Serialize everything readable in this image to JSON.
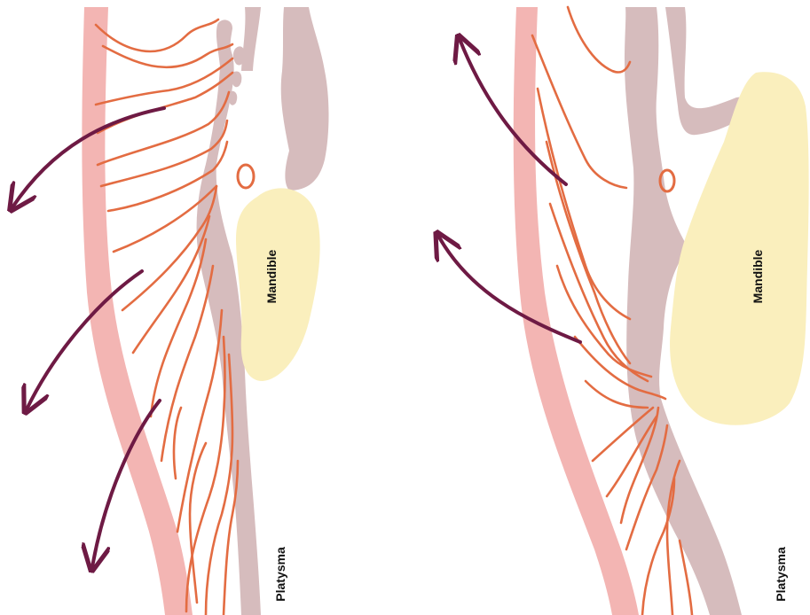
{
  "labels": {
    "left_mandible": "Mandible",
    "left_platysma": "Platysma",
    "right_mandible": "Mandible",
    "right_platysma": "Platysma"
  },
  "colors": {
    "skin_band": "#f3b5b3",
    "muscle": "#d6bcbd",
    "bone": "#faefbd",
    "ligament_fibers": "#e36c42",
    "arrows": "#6e1a44",
    "foramen": "#e36c42",
    "text": "#111111"
  },
  "panels": [
    {
      "name": "left-panel",
      "arrow_count": 3
    },
    {
      "name": "right-panel",
      "arrow_count": 2
    }
  ]
}
